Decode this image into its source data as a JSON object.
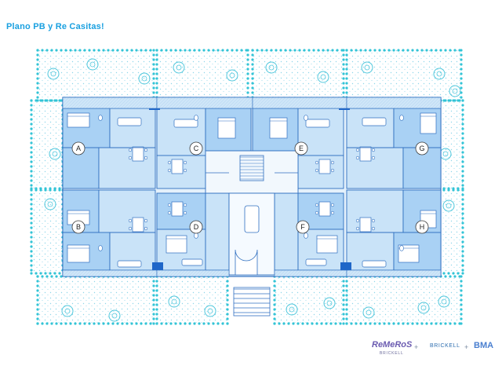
{
  "title": "Plano PB y Re Casitas!",
  "units": [
    {
      "id": "A",
      "label": "A"
    },
    {
      "id": "B",
      "label": "B"
    },
    {
      "id": "C",
      "label": "C"
    },
    {
      "id": "D",
      "label": "D"
    },
    {
      "id": "E",
      "label": "E"
    },
    {
      "id": "F",
      "label": "F"
    },
    {
      "id": "G",
      "label": "G"
    },
    {
      "id": "H",
      "label": "H"
    }
  ],
  "logos": {
    "remeros": "ReMeRoS",
    "remeros_sub": "BRICKELL",
    "plus": "+",
    "brickell": "BRICKELL",
    "bma": "BMA"
  },
  "colors": {
    "title": "#1aa0e0",
    "garden_dot": "#32c4d6",
    "wall": "#2f6fc0",
    "room_fill": "#c9e3f8",
    "room_fill_dark": "#a9d1f4",
    "dark_block": "#1f66c8"
  }
}
